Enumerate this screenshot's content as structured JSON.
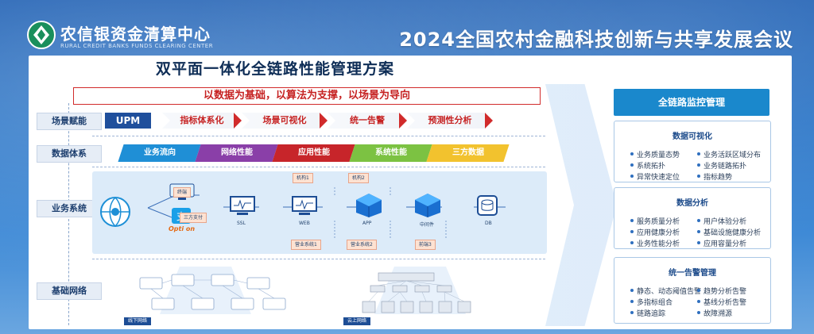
{
  "logo": {
    "cn": "农信银资金清算中心",
    "en": "RURAL CREDIT BANKS FUNDS CLEARING CENTER"
  },
  "conference_title": "2024全国农村金融科技创新与共享发展会议",
  "main_title": "双平面一体化全链路性能管理方案",
  "banner": "以数据为基础，以算法为支撑，以场景为导向",
  "rows": {
    "scene": "场景赋能",
    "data": "数据体系",
    "business": "业务系统",
    "network": "基础网络"
  },
  "scene_flow": {
    "upm": "UPM",
    "steps": [
      "指标体系化",
      "场景可视化",
      "统一告警",
      "预测性分析"
    ]
  },
  "data_layers": [
    {
      "label": "业务流向",
      "color": "#1f8fd6"
    },
    {
      "label": "网络性能",
      "color": "#8a3fa8"
    },
    {
      "label": "应用性能",
      "color": "#c7252a"
    },
    {
      "label": "系统性能",
      "color": "#7cc242"
    },
    {
      "label": "三方数据",
      "color": "#f2c22e"
    }
  ],
  "business_nodes": {
    "top_tags": [
      "机构1",
      "机构2"
    ],
    "bottom_tags": [
      "营业系统1",
      "营业系统2",
      "前端3"
    ],
    "labels": {
      "terminal": "终端",
      "third_pay": "三方支付",
      "brand": "Opti on",
      "ssl": "SSL",
      "web": "WEB",
      "app": "APP",
      "mid": "中间件",
      "db": "DB"
    }
  },
  "network": {
    "offline": "线下网络",
    "online": "云上网络"
  },
  "right_panel": {
    "title": "全链路监控管理",
    "cards": [
      {
        "title": "数据可视化",
        "items": [
          "业务质量态势",
          "业务活跃区域分布",
          "系统拓扑",
          "业务链路拓扑",
          "异常快速定位",
          "指标趋势"
        ]
      },
      {
        "title": "数据分析",
        "items": [
          "服务质量分析",
          "用户体验分析",
          "应用健康分析",
          "基础设施健康分析",
          "业务性能分析",
          "应用容量分析"
        ]
      },
      {
        "title": "统一告警管理",
        "items": [
          "静态、动态阈值告警",
          "趋势分析告警",
          "多指标组合",
          "基线分析告警",
          "链路追踪",
          "故障溯源"
        ]
      }
    ]
  }
}
